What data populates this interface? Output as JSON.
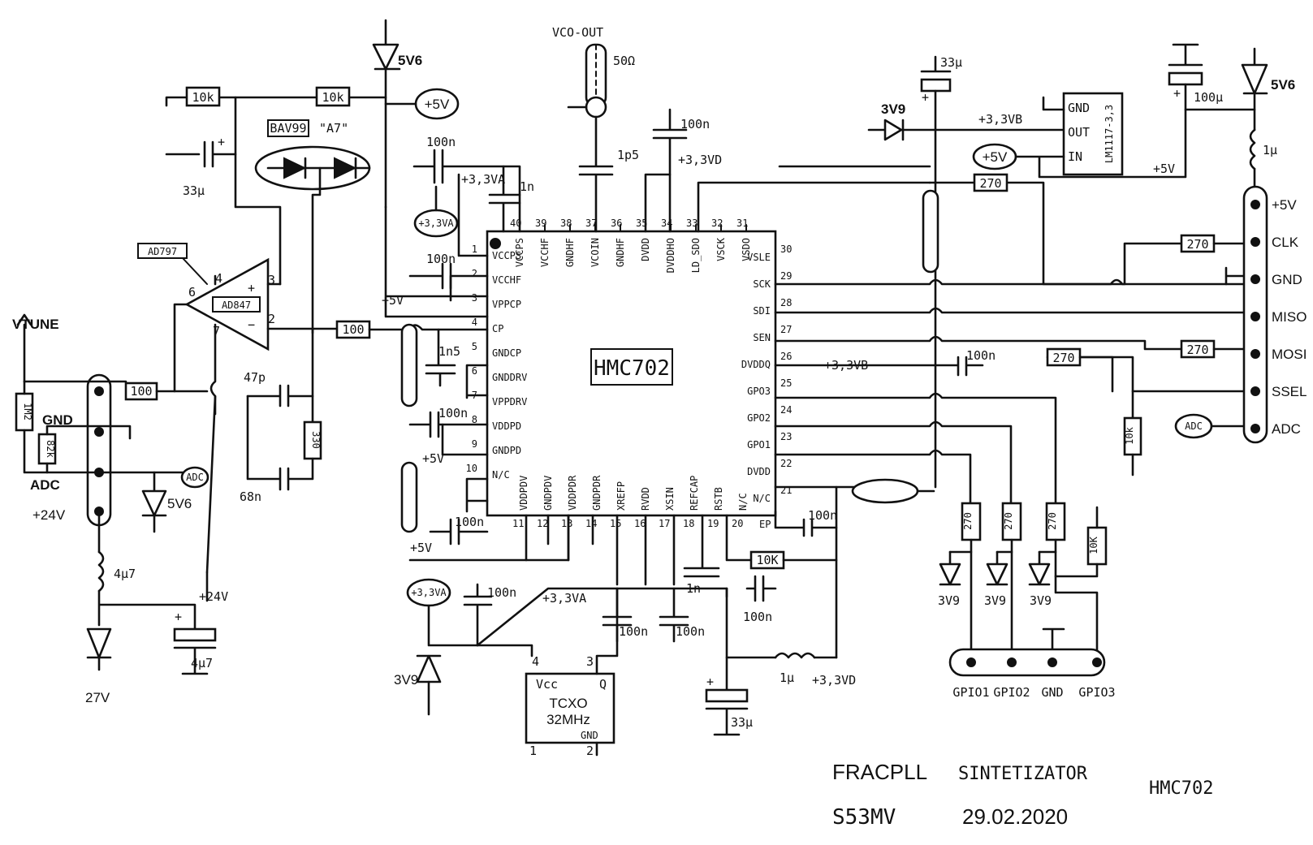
{
  "chip": {
    "name": "HMC702"
  },
  "pins_top": [
    {
      "num": "40",
      "name": "VCCPS"
    },
    {
      "num": "39",
      "name": "VCCHF"
    },
    {
      "num": "38",
      "name": "GNDHF"
    },
    {
      "num": "37",
      "name": "VCOIN"
    },
    {
      "num": "36",
      "name": "GNDHF"
    },
    {
      "num": "35",
      "name": "DVDD"
    },
    {
      "num": "34",
      "name": "DVDDHO"
    },
    {
      "num": "33",
      "name": "LD_SDO"
    },
    {
      "num": "32",
      "name": "VSCK"
    },
    {
      "num": "31",
      "name": "VSDO"
    }
  ],
  "pins_left": [
    {
      "num": "1",
      "name": "VCCPS"
    },
    {
      "num": "2",
      "name": "VCCHF"
    },
    {
      "num": "3",
      "name": "VPPCP"
    },
    {
      "num": "4",
      "name": "CP"
    },
    {
      "num": "5",
      "name": "GNDCP"
    },
    {
      "num": "6",
      "name": "GNDDRV"
    },
    {
      "num": "7",
      "name": "VPPDRV"
    },
    {
      "num": "8",
      "name": "VDDPD"
    },
    {
      "num": "9",
      "name": "GNDPD"
    },
    {
      "num": "10",
      "name": "N/C"
    }
  ],
  "pins_right": [
    {
      "num": "30",
      "name": "VSLE"
    },
    {
      "num": "29",
      "name": "SCK"
    },
    {
      "num": "28",
      "name": "SDI"
    },
    {
      "num": "27",
      "name": "SEN"
    },
    {
      "num": "26",
      "name": "DVDDQ"
    },
    {
      "num": "25",
      "name": "GPO3"
    },
    {
      "num": "24",
      "name": "GPO2"
    },
    {
      "num": "23",
      "name": "GPO1"
    },
    {
      "num": "22",
      "name": "DVDD"
    },
    {
      "num": "21",
      "name": "N/C"
    }
  ],
  "pins_bottom": [
    {
      "num": "11",
      "name": "VDDPDV"
    },
    {
      "num": "12",
      "name": "GNDPDV"
    },
    {
      "num": "13",
      "name": "VDDPDR"
    },
    {
      "num": "14",
      "name": "GNDPDR"
    },
    {
      "num": "15",
      "name": "XREFP"
    },
    {
      "num": "16",
      "name": "RVDD"
    },
    {
      "num": "17",
      "name": "XSIN"
    },
    {
      "num": "18",
      "name": "REFCAP"
    },
    {
      "num": "19",
      "name": "RSTB"
    },
    {
      "num": "20",
      "name": "N/C"
    }
  ],
  "ep_label": "EP",
  "labels": {
    "vco_out": "VCO-OUT",
    "ohm50": "50Ω",
    "cap_1p5": "1p5",
    "c100n": "100n",
    "c1n": "1n",
    "c1n5": "1n5",
    "c47p": "47p",
    "c68n": "68n",
    "c33u": "33μ",
    "c100u": "100μ",
    "c4u7": "4μ7",
    "l1u": "1μ",
    "l4u7": "4μ7",
    "r10k": "10k",
    "r10k_b": "10K",
    "r100": "100",
    "r330": "330",
    "r270": "270",
    "r1m2": "1M2",
    "r82k": "82k",
    "bav99": "BAV99",
    "a7": "\"A7\"",
    "ad797": "AD797",
    "ad847": "AD847",
    "op_pin6": "6",
    "op_pin4": "4",
    "op_pin7": "7",
    "op_pin3": "3",
    "op_pin2": "2",
    "plus": "+",
    "minus": "−",
    "vtune": "VTUNE",
    "gnd": "GND",
    "adc": "ADC",
    "v24": "+24V",
    "v24n": "+24V",
    "v27": "27V",
    "z5v6": "5V6",
    "z3v9": "3V9",
    "p5v": "+5V",
    "p3v3a": "+3,3VA",
    "p3v3d": "+3,3VD",
    "p3v3b": "+3,3VB",
    "ldo": "LM1117-3,3",
    "ldo_gnd": "GND",
    "ldo_out": "OUT",
    "ldo_in": "IN",
    "tcxo_vcc": "Vcc",
    "tcxo_q": "Q",
    "tcxo_name": "TCXO",
    "tcxo_freq": "32MHz",
    "tcxo_gnd": "GND",
    "tcxo_p4": "4",
    "tcxo_p3": "3",
    "tcxo_p1": "1",
    "tcxo_p2": "2"
  },
  "right_conn": [
    "+5V",
    "CLK",
    "GND",
    "MISO",
    "MOSI",
    "SSEL",
    "ADC"
  ],
  "bottom_conn": [
    "GPIO1",
    "GPIO2",
    "GND",
    "GPIO3"
  ],
  "footer": {
    "line1a": "FRACPLL",
    "line1b": "SINTETIZATOR",
    "line1c": "HMC702",
    "line2a": "S53MV",
    "line2b": "29.02.2020"
  }
}
